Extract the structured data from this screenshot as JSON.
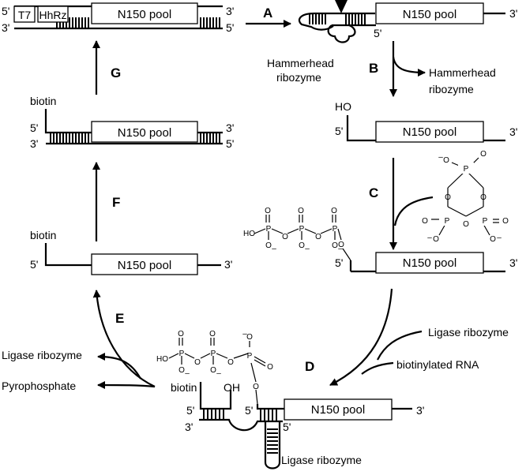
{
  "colors": {
    "ink": "#000000",
    "background": "#ffffff"
  },
  "labels": {
    "t7": "T7",
    "hhrz": "HhRz",
    "pool": "N150 pool",
    "five_prime": "5'",
    "three_prime": "3'",
    "hammerhead_line1": "Hammerhead",
    "hammerhead_line2": "ribozyme",
    "biotin": "biotin",
    "ho": "HO",
    "oh": "OH",
    "ligase_ribozyme": "Ligase ribozyme",
    "biotinylated_rna": "biotinylated RNA",
    "pyrophosphate": "Pyrophosphate"
  },
  "steps": {
    "a": "A",
    "b": "B",
    "c": "C",
    "d": "D",
    "e": "E",
    "f": "F",
    "g": "G"
  },
  "chem": {
    "o": "O",
    "p": "P",
    "ho": "HO",
    "minus": "–"
  }
}
